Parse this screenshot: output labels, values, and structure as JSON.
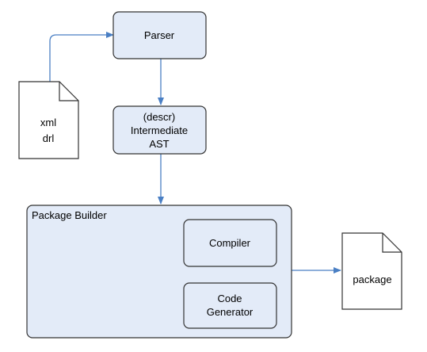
{
  "diagram": {
    "input_file": {
      "lines": [
        "xml",
        "drl"
      ]
    },
    "parser": {
      "label": "Parser"
    },
    "descr_ast": {
      "lines": [
        "(descr)",
        "Intermediate",
        "AST"
      ]
    },
    "package_builder": {
      "label": "Package Builder",
      "compiler": {
        "label": "Compiler"
      },
      "code_generator": {
        "lines": [
          "Code",
          "Generator"
        ]
      }
    },
    "output_file": {
      "label": "package"
    }
  },
  "colors": {
    "box_fill": "#e3ebf8",
    "box_stroke": "#333333",
    "arrow": "#4a7fc4",
    "doc_fill": "#ffffff"
  }
}
